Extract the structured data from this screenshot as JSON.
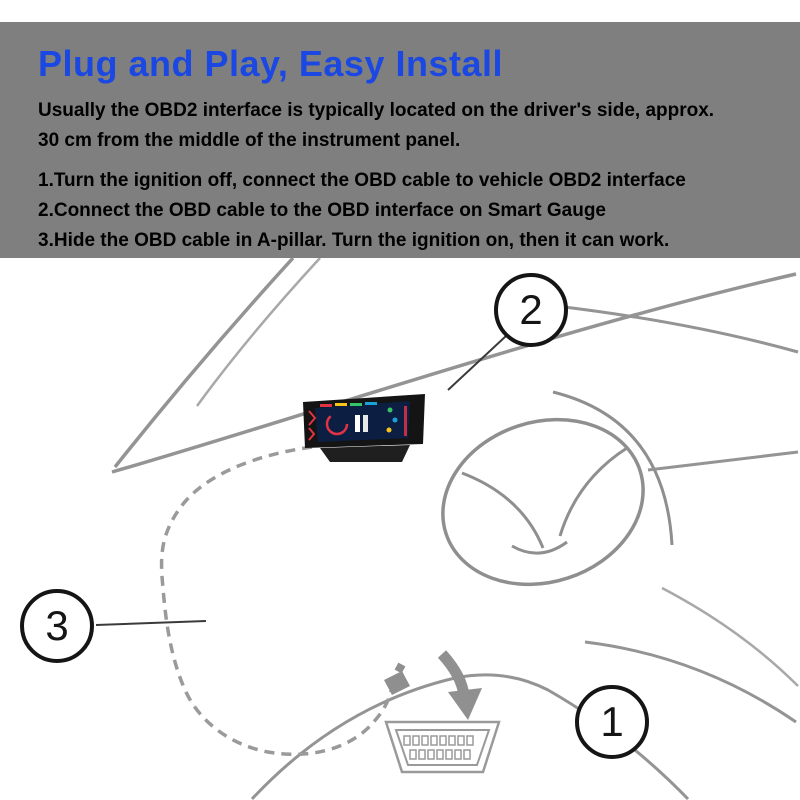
{
  "header": {
    "title": "Plug and Play, Easy Install",
    "intro_line1": "Usually the OBD2 interface is typically located on the driver's side, approx.",
    "intro_line2": "30 cm from the middle of the instrument panel.",
    "steps": [
      "1.Turn the ignition off, connect the OBD cable to vehicle OBD2 interface",
      "2.Connect the OBD cable to the OBD interface on Smart Gauge",
      "3.Hide the OBD cable in A-pillar. Turn the ignition on, then it can work."
    ],
    "title_color": "#1b48e2",
    "background_color": "#7f7f7f",
    "text_color": "#000000"
  },
  "diagram": {
    "line_color": "#949494",
    "callouts": [
      {
        "id": "obd2-port",
        "label": "1"
      },
      {
        "id": "smart-gauge",
        "label": "2"
      },
      {
        "id": "a-pillar-cable",
        "label": "3"
      }
    ]
  }
}
